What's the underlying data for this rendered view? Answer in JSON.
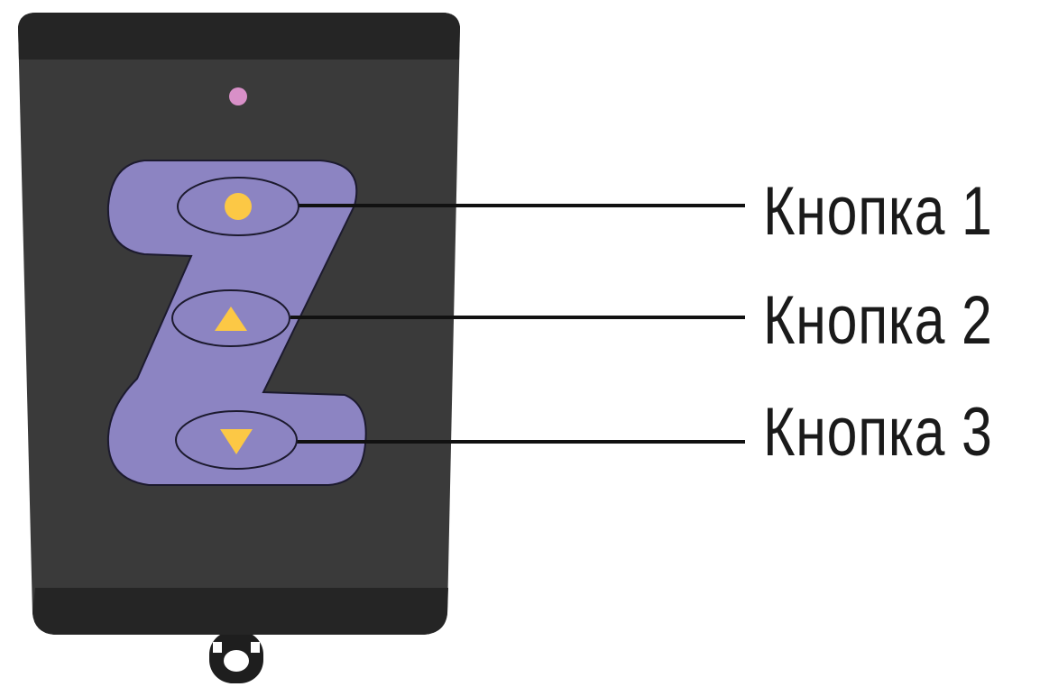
{
  "device": {
    "body_color": "#3a3a3a",
    "band_color": "#2a2a2a",
    "pad_color": "#8c84c2",
    "symbol_color": "#fcc845",
    "led_color": "#d890c8",
    "line_color": "#111111"
  },
  "buttons": [
    {
      "label": "Кнопка 1",
      "symbol": "circle-icon"
    },
    {
      "label": "Кнопка 2",
      "symbol": "triangle-up-icon"
    },
    {
      "label": "Кнопка 3",
      "symbol": "triangle-down-icon"
    }
  ]
}
